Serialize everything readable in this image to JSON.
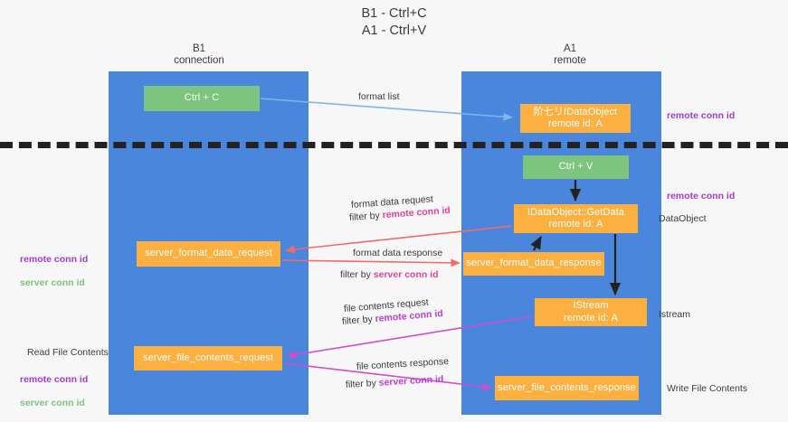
{
  "title": "B1 - Ctrl+C\nA1 - Ctrl+V",
  "lanes": [
    {
      "id": "b1",
      "header": "B1\nconnection",
      "color": "#4a86dc"
    },
    {
      "id": "a1",
      "header": "A1\nremote",
      "color": "#4a86dc"
    }
  ],
  "colors": {
    "lane": "#4a86dc",
    "green_node": "#7dc47f",
    "orange_node": "#fbb040",
    "purple_label": "#a33bd6",
    "green_label": "#7dc47f",
    "pink_label": "#e2449b",
    "divider": "#222222",
    "arrow_blue": "#7fb5e8",
    "arrow_red": "#f26a6a",
    "arrow_magenta": "#d44bd0",
    "arrow_black": "#222222",
    "background": "#f7f7f7",
    "text": "#3c3c3c"
  },
  "nodes": {
    "ctrl_c": "Ctrl + C",
    "idataobject": "阶七リIDataObject\nremote id: A",
    "ctrl_v": "Ctrl + V",
    "getdata": "IDataObject::GetData\nremote id: A",
    "server_format_data_request": "server_format_data_request",
    "server_format_data_response": "server_format_data_response",
    "istream": "IStream\nremote id: A",
    "server_file_contents_request": "server_file_contents_request",
    "server_file_contents_response": "server_file_contents_response"
  },
  "side_labels": {
    "right_remote_conn_id_1": "remote conn id",
    "right_remote_conn_id_2": "remote conn id",
    "right_dataobject": "DataObject",
    "right_istream": "Istream",
    "right_write_file_contents": "Write File Contents",
    "left_remote_conn_id": "remote conn id",
    "left_server_conn_id": "server conn id",
    "left_read_file_contents": "Read File Contents",
    "left_remote_conn_id_2": "remote conn id",
    "left_server_conn_id_2": "server conn id"
  },
  "edge_captions": {
    "format_list": "format list",
    "format_data_request": "format data request",
    "filter_by_remote_conn_id_1_prefix": "filter by ",
    "filter_by_remote_conn_id_1_value": "remote conn id",
    "format_data_response": "format data response",
    "filter_by_server_conn_id_1_prefix": "filter by ",
    "filter_by_server_conn_id_1_value": "server conn id",
    "file_contents_request": "file contents request",
    "filter_by_remote_conn_id_2_prefix": "filter by ",
    "filter_by_remote_conn_id_2_value": "remote conn id",
    "file_contents_response": "file contents response",
    "filter_by_server_conn_id_2_prefix": "filter by ",
    "filter_by_server_conn_id_2_value": "server conn id"
  }
}
